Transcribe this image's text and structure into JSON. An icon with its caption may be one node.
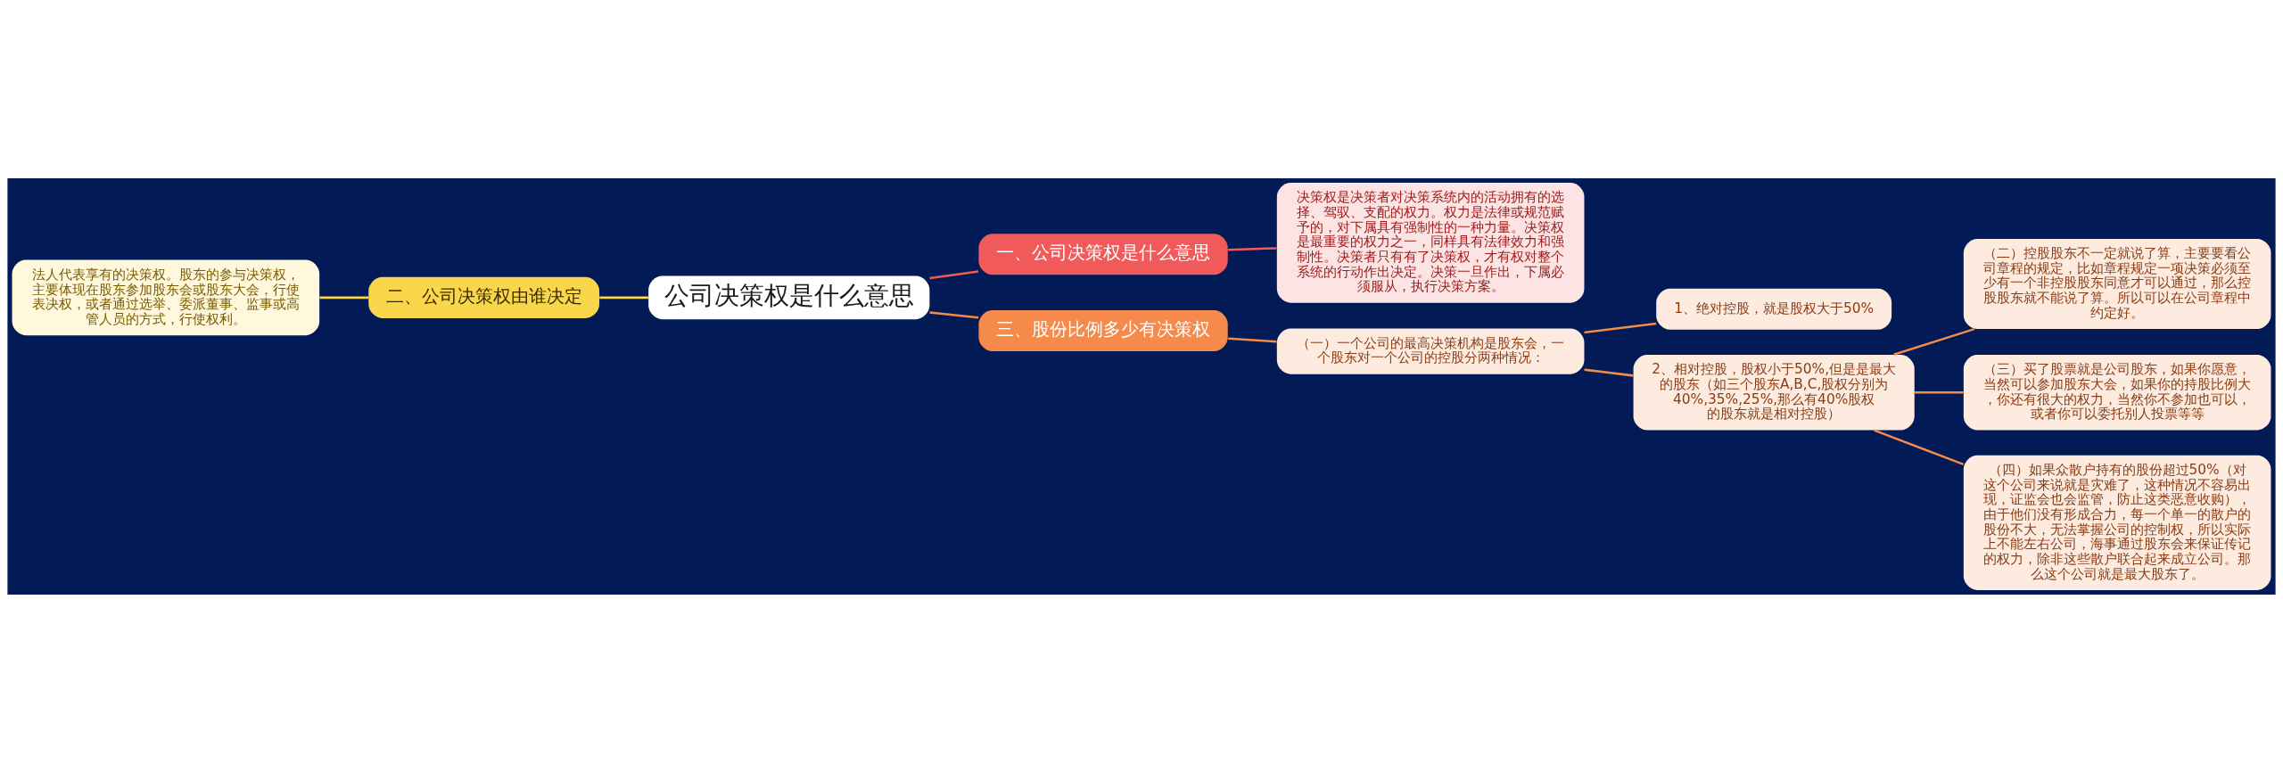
{
  "diagram": {
    "nodes": [
      {
        "text": [
          "公司决策权是什么意思"
        ]
      },
      {
        "text": [
          "一、公司决策权是什么意思"
        ]
      },
      {
        "text": [
          "决策权是决策者对决策系统内的活动拥有的选择、驾驭、支配的权力。权力是法律或规范赋予的，对下属具有强制性的一种力量。决策权是最重要的权力之一，同样具有法律效力和强制性。决策者只有有了决策权，才有权对整个系统的行动作出决定。决策一旦作出，下属必须服从，执行决策方案。"
        ]
      },
      {
        "text": [
          "二、公司决策权由谁决定"
        ]
      },
      {
        "text": [
          "法人代表享有的决策权。股东的参与决策权，主要体现在股东参加股东会或股东大会，行使表决权，或者通过选举、委派董事、监事或高管人员的方式，行使权利。"
        ]
      },
      {
        "text": [
          "三、股份比例多少有决策权"
        ]
      },
      {
        "text": [
          "（一）一个公司的最高决策机构是股东会，一个股东对一个公司的控股分两种情况："
        ]
      },
      {
        "text": [
          "1、绝对控股，就是股权大于50%"
        ]
      },
      {
        "text": [
          "2、相对控股，股权小于50%,但是是最大的股东（如三个股东A,B,C,股权分别为40%,35%,25%,那么有40%股权的股东就是相对控股）"
        ]
      },
      {
        "text": [
          "（二）控股股东不一定就说了算，主要要看公司章程的规定，比如章程规定一项决策必须至少有一个非控股股东同意才可以通过，那么控股股东就不能说了算。所以可以在公司章程中约定好。"
        ]
      },
      {
        "text": [
          "（三）买了股票就是公司股东，如果你愿意，当然可以参加股东大会，如果你的持股比例大，你还有很大的权力，当然你不参加也可以，或者你可以委托别人投票等等"
        ]
      },
      {
        "text": [
          "（四）如果众散户持有的股份超过50%（对这个公司来说就是灾难了，这种情况不容易出现，证监会也会监管，防止这类恶意收购），由于他们没有形成合力，每一个单一的散户的股份不大，无法掌握公司的控制权，所以实际上不能左右公司，海事通过股东会来保证传记的权力，除非这些散户联合起来成立公司。那么这个公司就是最大股东了。"
        ]
      }
    ],
    "edges": [
      {
        "from": 0,
        "to": 1,
        "arrow": "none",
        "color": "#f15a5a"
      },
      {
        "from": 1,
        "to": 2,
        "arrow": "none",
        "color": "#f15a5a"
      },
      {
        "from": 0,
        "to": 3,
        "arrow": "none",
        "color": "#f9d64a"
      },
      {
        "from": 3,
        "to": 4,
        "arrow": "none",
        "color": "#f9d64a"
      },
      {
        "from": 0,
        "to": 5,
        "arrow": "none"
      },
      {
        "from": 5,
        "to": 6,
        "arrow": "none"
      },
      {
        "from": 6,
        "to": 7,
        "arrow": "none"
      },
      {
        "from": 6,
        "to": 8,
        "arrow": "none"
      },
      {
        "from": 8,
        "to": 9,
        "arrow": "none"
      },
      {
        "from": 8,
        "to": 10,
        "arrow": "none"
      },
      {
        "from": 8,
        "to": 11,
        "arrow": "none"
      }
    ]
  }
}
